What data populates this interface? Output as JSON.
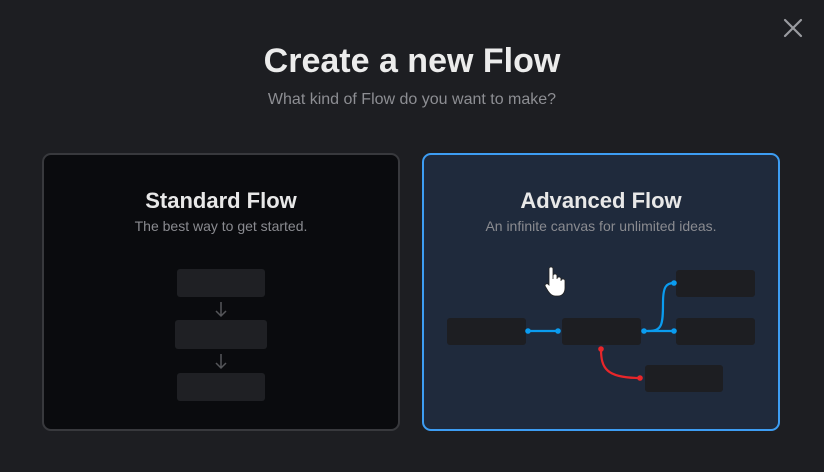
{
  "dialog": {
    "title": "Create a new Flow",
    "subtitle": "What kind of Flow do you want to make?",
    "close_icon": "close-icon"
  },
  "options": [
    {
      "title": "Standard Flow",
      "description": "The best way to get started.",
      "selected": false
    },
    {
      "title": "Advanced Flow",
      "description": "An infinite canvas for unlimited ideas.",
      "selected": true
    }
  ],
  "colors": {
    "accent": "#3d9df3",
    "connector_blue": "#0a9cf0",
    "connector_red": "#e8262a"
  }
}
